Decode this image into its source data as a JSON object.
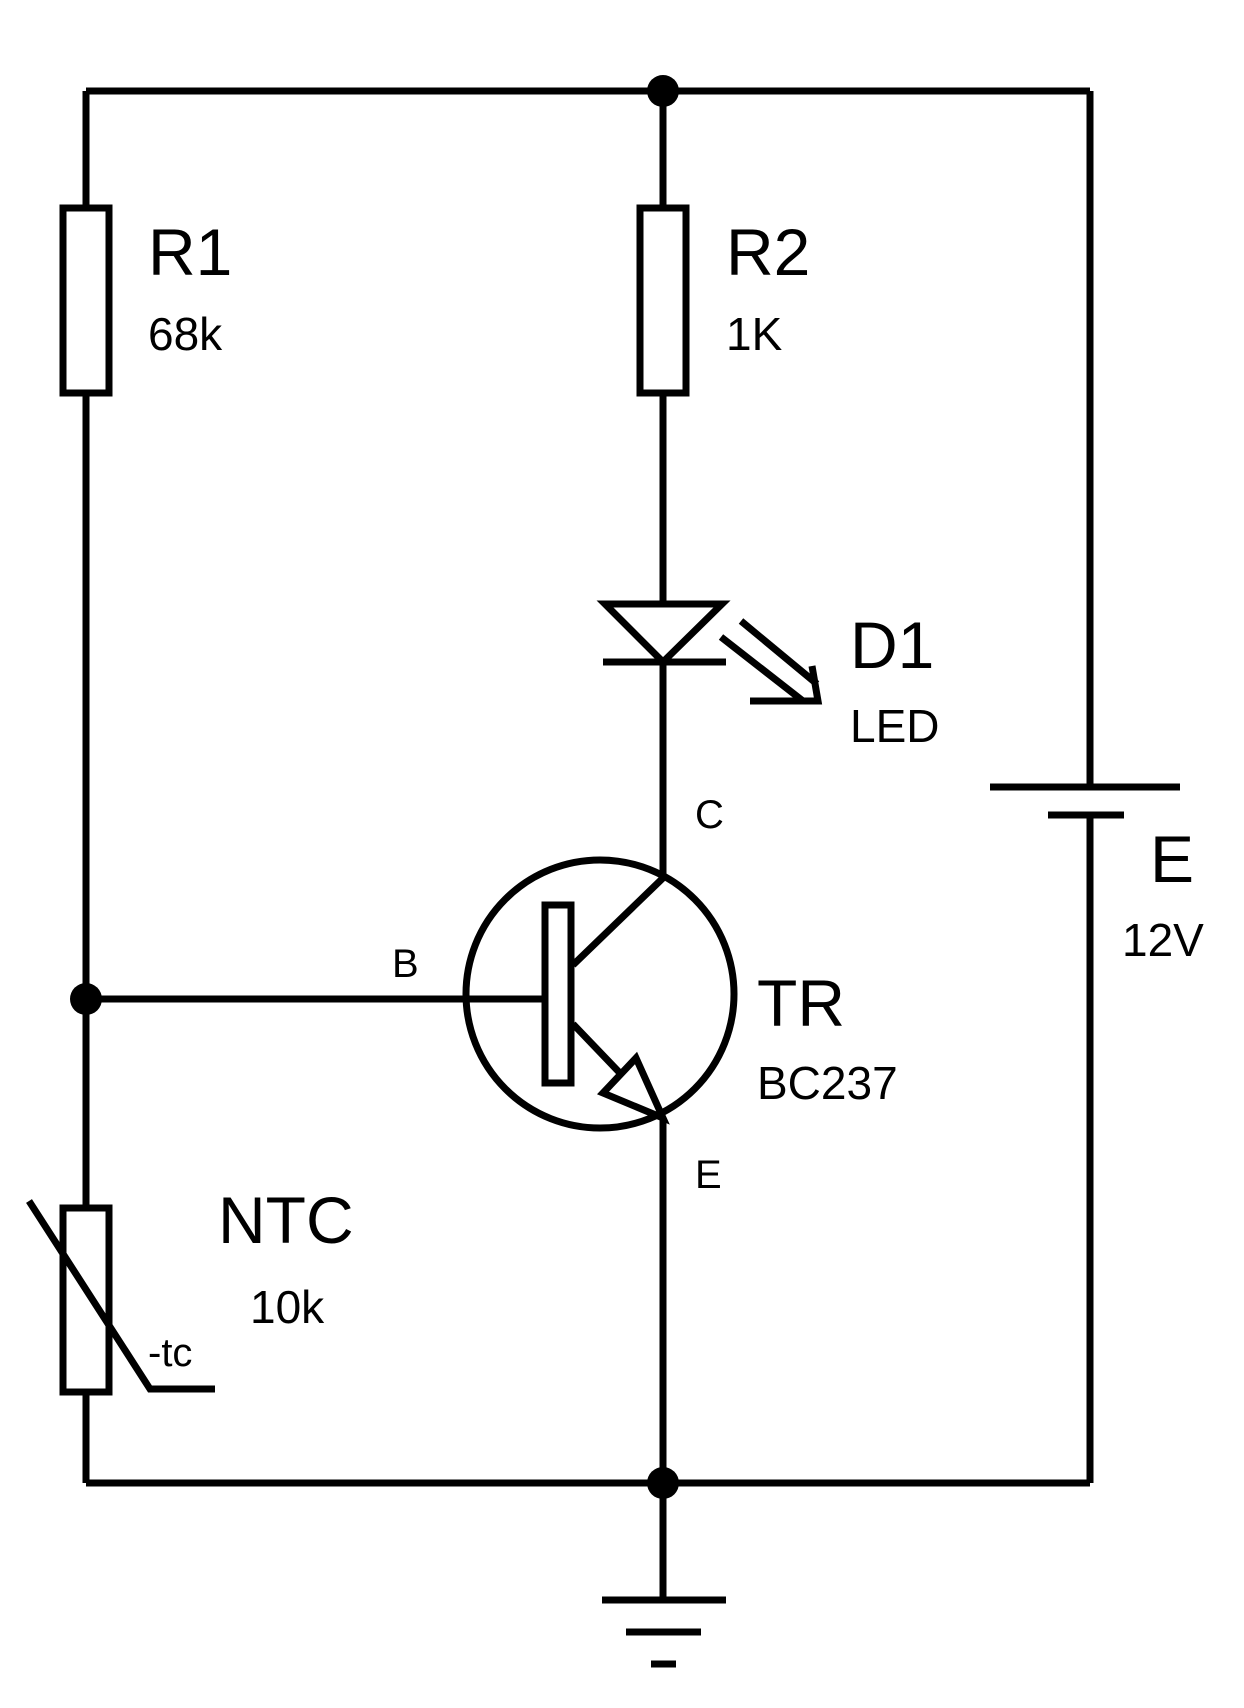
{
  "components": {
    "r1": {
      "name": "R1",
      "value": "68k"
    },
    "r2": {
      "name": "R2",
      "value": "1K"
    },
    "d1": {
      "name": "D1",
      "value": "LED"
    },
    "tr": {
      "name": "TR",
      "value": "BC237"
    },
    "ntc": {
      "name": "NTC",
      "value": "10k",
      "tc_label": "-tc"
    },
    "battery": {
      "name": "E",
      "value": "12V"
    }
  },
  "pins": {
    "collector": "C",
    "base": "B",
    "emitter": "E"
  }
}
